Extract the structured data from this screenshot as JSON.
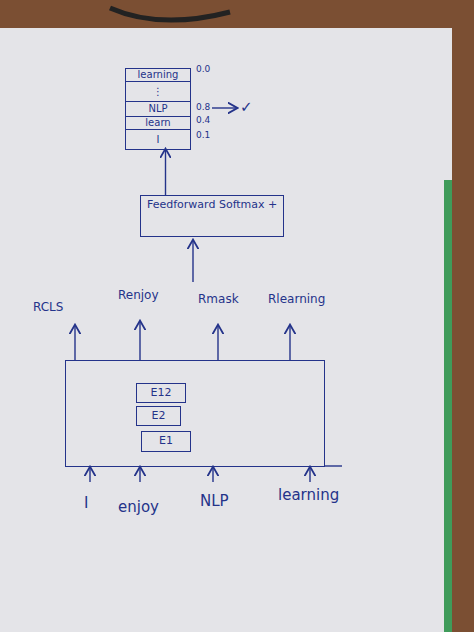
{
  "diagram": {
    "nodes": [
      {
        "text": [
          "learning",
          "⋮",
          "NLP",
          "learn",
          "I"
        ]
      },
      {
        "text": [
          "Feedforward Softmax +"
        ]
      },
      {
        "text": []
      },
      {
        "text": [
          "E12"
        ],
        "in": 2
      },
      {
        "text": [
          "E2"
        ],
        "in": 2
      },
      {
        "text": [
          "E1"
        ],
        "in": 2
      }
    ],
    "edges": [
      {
        "from": 1,
        "to": 0,
        "arrow": "to"
      }
    ],
    "labels": [
      "0.0",
      "0.8",
      "0.4",
      "0.1",
      "✓",
      "RCLS",
      "Renjoy",
      "Rmask",
      "Rlearning",
      "I",
      "enjoy",
      "NLP",
      "learning"
    ]
  }
}
